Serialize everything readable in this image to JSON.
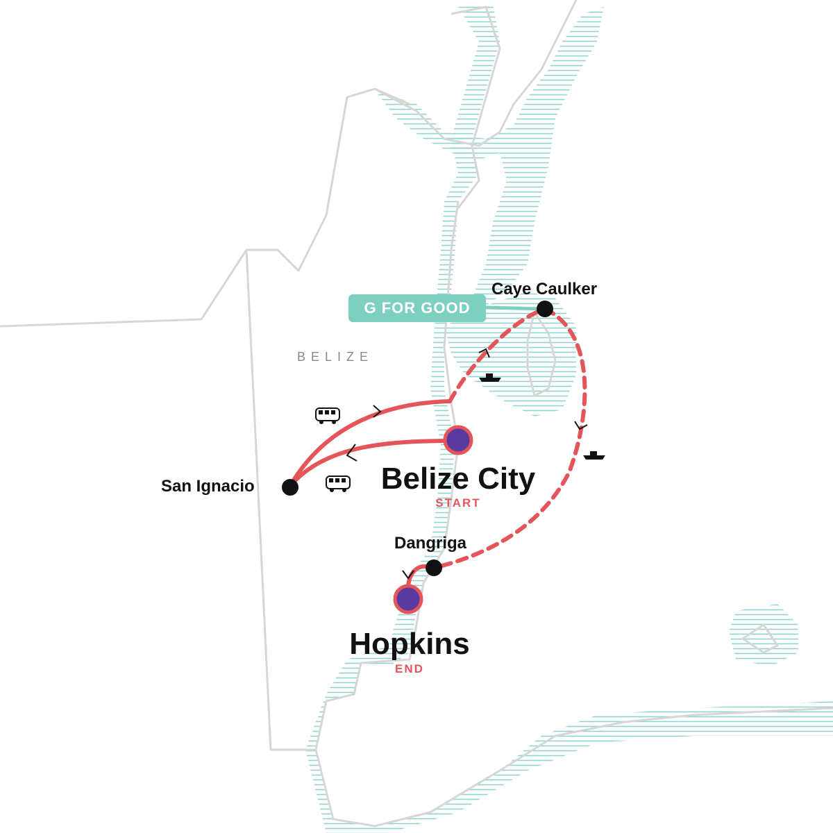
{
  "country": {
    "label": "BELIZE"
  },
  "badge": {
    "label": "G FOR GOOD",
    "color": "#7dcfc0"
  },
  "stops": {
    "caye_caulker": {
      "label": "Caye Caulker"
    },
    "san_ignacio": {
      "label": "San Ignacio"
    },
    "dangriga": {
      "label": "Dangriga"
    },
    "belize_city": {
      "label": "Belize City",
      "tag": "START"
    },
    "hopkins": {
      "label": "Hopkins",
      "tag": "END"
    }
  },
  "route": {
    "segments": [
      {
        "from": "Belize City",
        "to": "San Ignacio",
        "mode": "bus-icon"
      },
      {
        "from": "San Ignacio",
        "to": "Caye Caulker",
        "mode": "bus-icon"
      },
      {
        "from": "Caye Caulker",
        "to": "Dangriga",
        "mode": "boat-icon"
      },
      {
        "from": "Dangriga",
        "to": "Hopkins",
        "mode": "road"
      }
    ]
  },
  "colors": {
    "route": "#e4555a",
    "major_stop_fill": "#5a3a9e",
    "minor_stop": "#111111",
    "water": "#8fd3cf",
    "border": "#d6d6d6",
    "label_tag": "#e4555a",
    "country_label": "#888888"
  }
}
